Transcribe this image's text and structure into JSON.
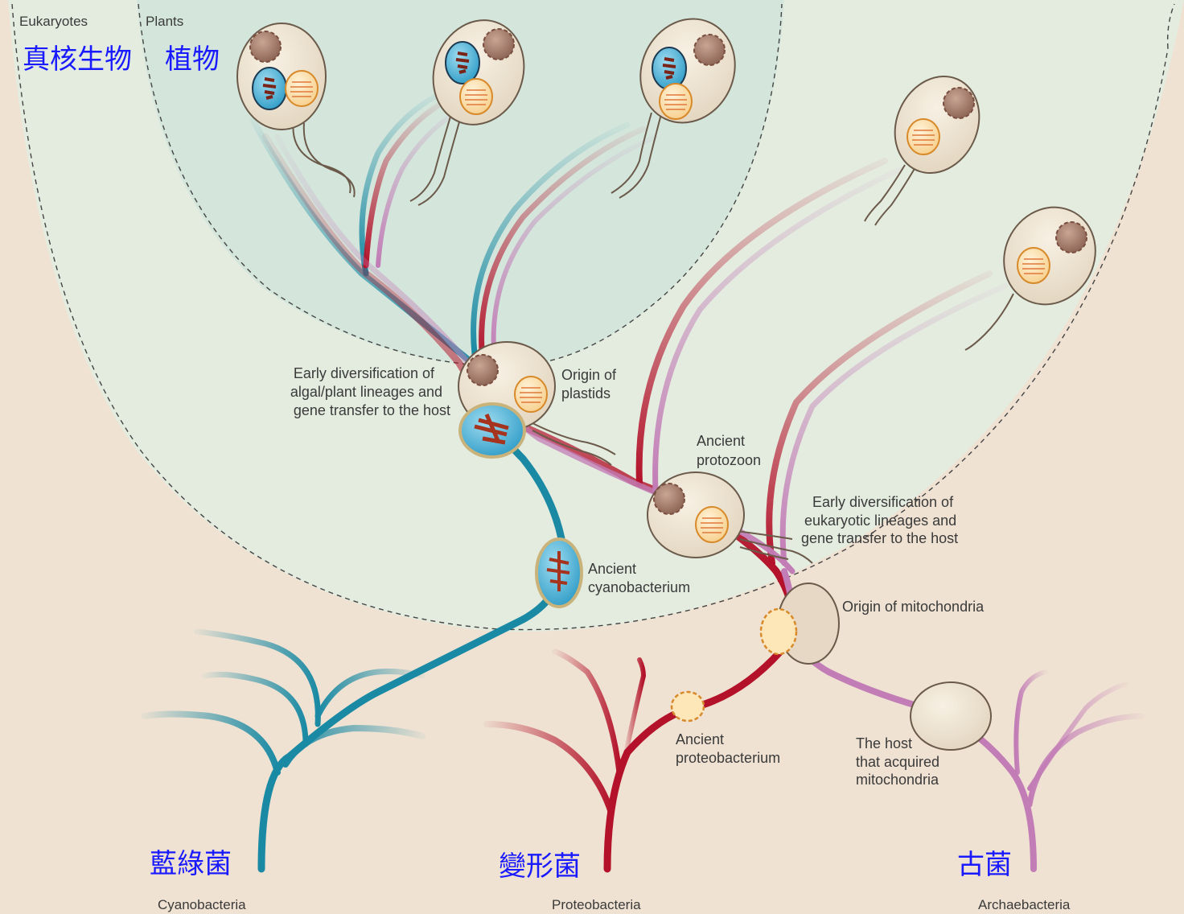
{
  "regions": {
    "eukaryotes": "Eukaryotes",
    "plants": "Plants",
    "eukaryotes_zh": "真核生物",
    "plants_zh": "植物"
  },
  "annotations": {
    "early_algal": [
      "Early diversification of",
      "algal/plant lineages and",
      "gene transfer to the host"
    ],
    "origin_plastids": [
      "Origin of",
      "plastids"
    ],
    "ancient_protozoon": [
      "Ancient",
      "protozoon"
    ],
    "early_eukaryotic": [
      "Early diversification of",
      "eukaryotic lineages and",
      "gene transfer to the host"
    ],
    "ancient_cyanobacterium": [
      "Ancient",
      "cyanobacterium"
    ],
    "origin_mitochondria": "Origin of mitochondria",
    "ancient_proteobacterium": [
      "Ancient",
      "proteobacterium"
    ],
    "host": [
      "The host",
      "that acquired",
      "mitochondria"
    ]
  },
  "groups": {
    "cyano": {
      "label": "Cyanobacteria",
      "zh": "藍綠菌"
    },
    "proteo": {
      "label": "Proteobacteria",
      "zh": "變形菌"
    },
    "archaea": {
      "label": "Archaebacteria",
      "zh": "古菌"
    }
  },
  "colors": {
    "background": "#efe2d2",
    "eukaryote_zone": "#e4ece0",
    "plant_zone": "#d4e6dc",
    "cyano": "#1a8aa4",
    "proteo": "#b3122a",
    "archaea": "#c27cb6",
    "zh_text": "#1a1aff"
  }
}
